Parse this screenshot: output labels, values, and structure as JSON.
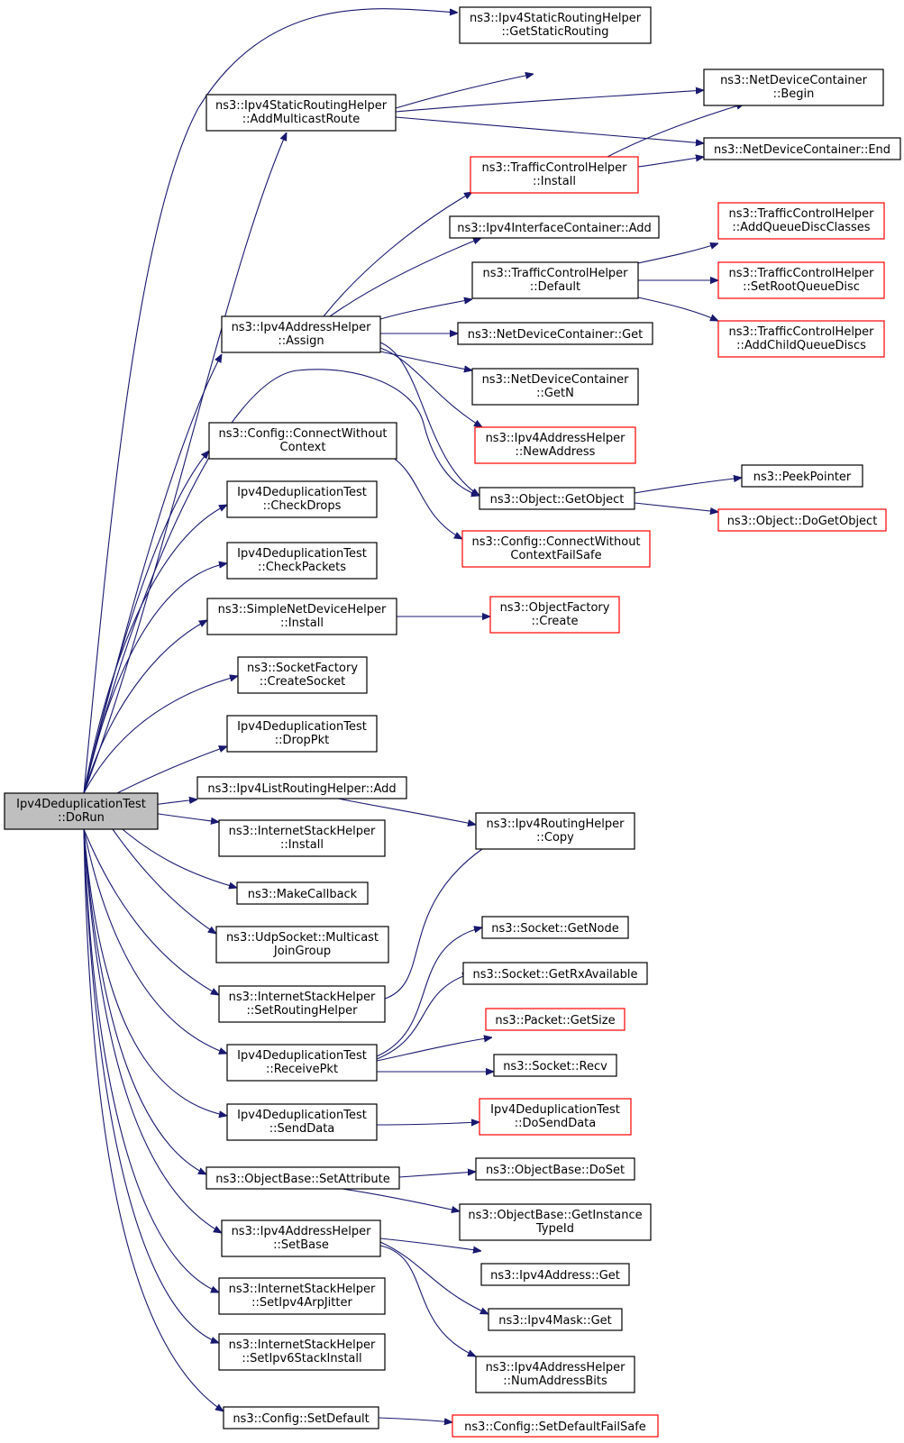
{
  "nodes": [
    {
      "id": "root",
      "lines": [
        "Ipv4DeduplicationTest",
        "::DoRun"
      ],
      "style": "root"
    },
    {
      "id": "getstatic",
      "lines": [
        "ns3::Ipv4StaticRoutingHelper",
        "::GetStaticRouting"
      ],
      "style": "normal"
    },
    {
      "id": "addmulticast",
      "lines": [
        "ns3::Ipv4StaticRoutingHelper",
        "::AddMulticastRoute"
      ],
      "style": "normal"
    },
    {
      "id": "ndcbegin",
      "lines": [
        "ns3::NetDeviceContainer",
        "::Begin"
      ],
      "style": "normal"
    },
    {
      "id": "ndcend",
      "lines": [
        "ns3::NetDeviceContainer::End"
      ],
      "style": "normal"
    },
    {
      "id": "tchinstall",
      "lines": [
        "ns3::TrafficControlHelper",
        "::Install"
      ],
      "style": "red"
    },
    {
      "id": "ipv4icadd",
      "lines": [
        "ns3::Ipv4InterfaceContainer::Add"
      ],
      "style": "normal"
    },
    {
      "id": "tchaddqdc",
      "lines": [
        "ns3::TrafficControlHelper",
        "::AddQueueDiscClasses"
      ],
      "style": "red"
    },
    {
      "id": "tchdefault",
      "lines": [
        "ns3::TrafficControlHelper",
        "::Default"
      ],
      "style": "normal"
    },
    {
      "id": "tchsetroot",
      "lines": [
        "ns3::TrafficControlHelper",
        "::SetRootQueueDisc"
      ],
      "style": "red"
    },
    {
      "id": "assign",
      "lines": [
        "ns3::Ipv4AddressHelper",
        "::Assign"
      ],
      "style": "normal"
    },
    {
      "id": "ndcget",
      "lines": [
        "ns3::NetDeviceContainer::Get"
      ],
      "style": "normal"
    },
    {
      "id": "tchaddchild",
      "lines": [
        "ns3::TrafficControlHelper",
        "::AddChildQueueDiscs"
      ],
      "style": "red"
    },
    {
      "id": "ndcgetn",
      "lines": [
        "ns3::NetDeviceContainer",
        "::GetN"
      ],
      "style": "normal"
    },
    {
      "id": "connectwo",
      "lines": [
        "ns3::Config::ConnectWithout",
        "Context"
      ],
      "style": "normal"
    },
    {
      "id": "newaddress",
      "lines": [
        "ns3::Ipv4AddressHelper",
        "::NewAddress"
      ],
      "style": "red"
    },
    {
      "id": "peekpointer",
      "lines": [
        "ns3::PeekPointer"
      ],
      "style": "normal"
    },
    {
      "id": "getobject",
      "lines": [
        "ns3::Object::GetObject"
      ],
      "style": "normal"
    },
    {
      "id": "checkdrops",
      "lines": [
        "Ipv4DeduplicationTest",
        "::CheckDrops"
      ],
      "style": "normal"
    },
    {
      "id": "dogetobject",
      "lines": [
        "ns3::Object::DoGetObject"
      ],
      "style": "red"
    },
    {
      "id": "connectwofs",
      "lines": [
        "ns3::Config::ConnectWithout",
        "ContextFailSafe"
      ],
      "style": "red"
    },
    {
      "id": "checkpackets",
      "lines": [
        "Ipv4DeduplicationTest",
        "::CheckPackets"
      ],
      "style": "normal"
    },
    {
      "id": "sndhinstall",
      "lines": [
        "ns3::SimpleNetDeviceHelper",
        "::Install"
      ],
      "style": "normal"
    },
    {
      "id": "ofcreate",
      "lines": [
        "ns3::ObjectFactory",
        "::Create"
      ],
      "style": "red"
    },
    {
      "id": "createsocket",
      "lines": [
        "ns3::SocketFactory",
        "::CreateSocket"
      ],
      "style": "normal"
    },
    {
      "id": "droppkt",
      "lines": [
        "Ipv4DeduplicationTest",
        "::DropPkt"
      ],
      "style": "normal"
    },
    {
      "id": "lrhadd",
      "lines": [
        "ns3::Ipv4ListRoutingHelper::Add"
      ],
      "style": "normal"
    },
    {
      "id": "rhcopy",
      "lines": [
        "ns3::Ipv4RoutingHelper",
        "::Copy"
      ],
      "style": "normal"
    },
    {
      "id": "ishinstall",
      "lines": [
        "ns3::InternetStackHelper",
        "::Install"
      ],
      "style": "normal"
    },
    {
      "id": "makecallback",
      "lines": [
        "ns3::MakeCallback"
      ],
      "style": "normal"
    },
    {
      "id": "getnode",
      "lines": [
        "ns3::Socket::GetNode"
      ],
      "style": "normal"
    },
    {
      "id": "udpjoin",
      "lines": [
        "ns3::UdpSocket::Multicast",
        "JoinGroup"
      ],
      "style": "normal"
    },
    {
      "id": "getrx",
      "lines": [
        "ns3::Socket::GetRxAvailable"
      ],
      "style": "normal"
    },
    {
      "id": "setrouting",
      "lines": [
        "ns3::InternetStackHelper",
        "::SetRoutingHelper"
      ],
      "style": "normal"
    },
    {
      "id": "pktsize",
      "lines": [
        "ns3::Packet::GetSize"
      ],
      "style": "red"
    },
    {
      "id": "receivepkt",
      "lines": [
        "Ipv4DeduplicationTest",
        "::ReceivePkt"
      ],
      "style": "normal"
    },
    {
      "id": "recv",
      "lines": [
        "ns3::Socket::Recv"
      ],
      "style": "normal"
    },
    {
      "id": "senddata",
      "lines": [
        "Ipv4DeduplicationTest",
        "::SendData"
      ],
      "style": "normal"
    },
    {
      "id": "dosenddata",
      "lines": [
        "Ipv4DeduplicationTest",
        "::DoSendData"
      ],
      "style": "red"
    },
    {
      "id": "doset",
      "lines": [
        "ns3::ObjectBase::DoSet"
      ],
      "style": "normal"
    },
    {
      "id": "setattr",
      "lines": [
        "ns3::ObjectBase::SetAttribute"
      ],
      "style": "normal"
    },
    {
      "id": "getinst",
      "lines": [
        "ns3::ObjectBase::GetInstance",
        "TypeId"
      ],
      "style": "normal"
    },
    {
      "id": "setbase",
      "lines": [
        "ns3::Ipv4AddressHelper",
        "::SetBase"
      ],
      "style": "normal"
    },
    {
      "id": "ipv4addrget",
      "lines": [
        "ns3::Ipv4Address::Get"
      ],
      "style": "normal"
    },
    {
      "id": "arpjitter",
      "lines": [
        "ns3::InternetStackHelper",
        "::SetIpv4ArpJitter"
      ],
      "style": "normal"
    },
    {
      "id": "maskget",
      "lines": [
        "ns3::Ipv4Mask::Get"
      ],
      "style": "normal"
    },
    {
      "id": "ipv6install",
      "lines": [
        "ns3::InternetStackHelper",
        "::SetIpv6StackInstall"
      ],
      "style": "normal"
    },
    {
      "id": "numaddrbits",
      "lines": [
        "ns3::Ipv4AddressHelper",
        "::NumAddressBits"
      ],
      "style": "normal"
    },
    {
      "id": "setdefault",
      "lines": [
        "ns3::Config::SetDefault"
      ],
      "style": "normal"
    },
    {
      "id": "setdefaultfs",
      "lines": [
        "ns3::Config::SetDefaultFailSafe"
      ],
      "style": "red"
    }
  ]
}
